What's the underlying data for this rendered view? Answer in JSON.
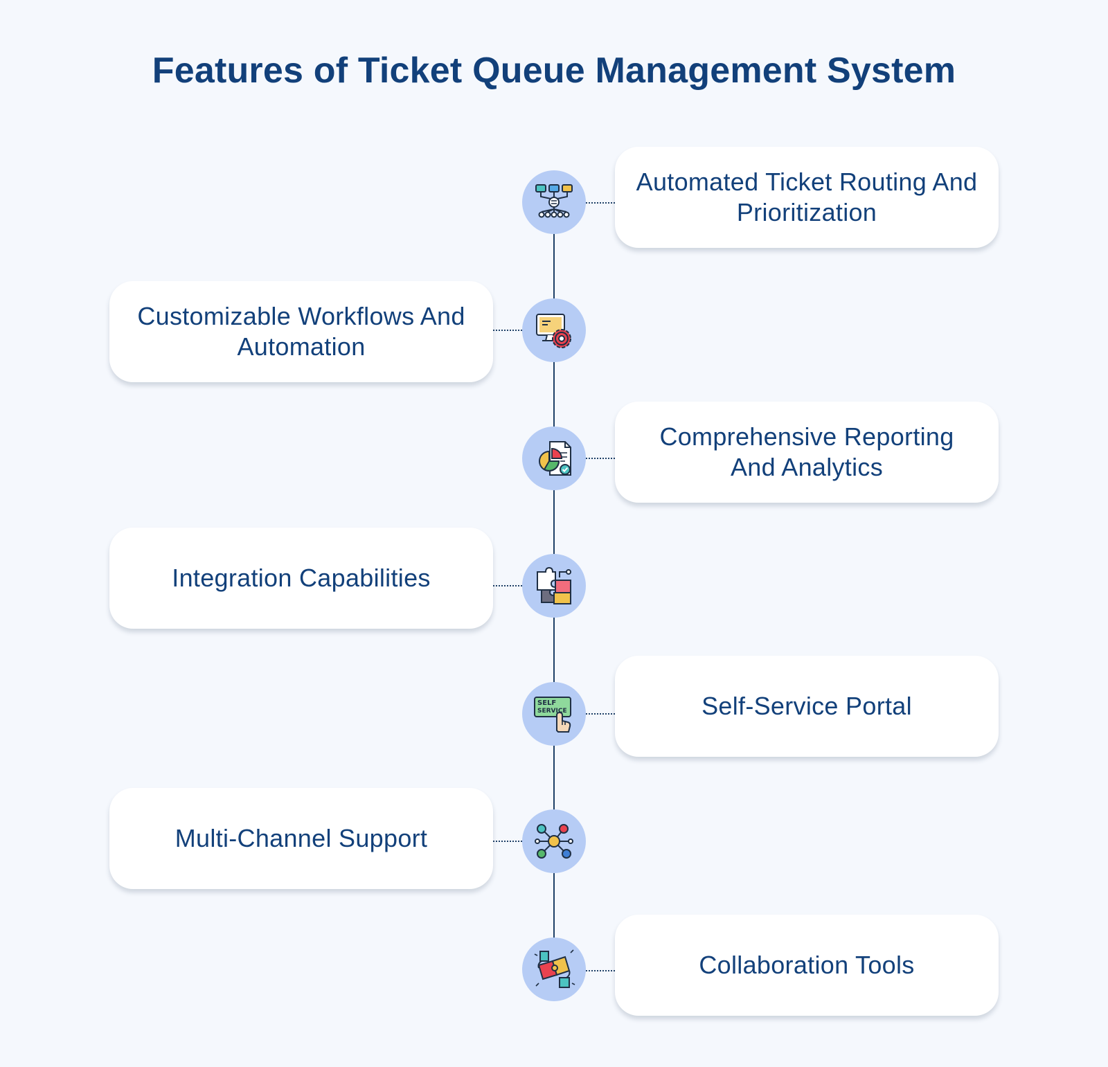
{
  "title": "Features of Ticket Queue Management System",
  "features": [
    {
      "label": "Automated Ticket Routing And Prioritization",
      "icon": "ticket-routing-icon"
    },
    {
      "label": "Customizable Workflows And Automation",
      "icon": "workflow-gear-icon"
    },
    {
      "label": "Comprehensive Reporting And Analytics",
      "icon": "report-chart-icon"
    },
    {
      "label": "Integration Capabilities",
      "icon": "puzzle-integration-icon"
    },
    {
      "label": "Self-Service Portal",
      "icon": "self-service-icon"
    },
    {
      "label": "Multi-Channel Support",
      "icon": "multi-channel-network-icon"
    },
    {
      "label": "Collaboration Tools",
      "icon": "collaboration-puzzle-hands-icon"
    }
  ],
  "icon_labels": {
    "self_service_line1": "SELF",
    "self_service_line2": "SERVICE"
  },
  "colors": {
    "background": "#f5f8fd",
    "title": "#12407a",
    "node": "#b6ccf5",
    "line": "#1d3f66",
    "card": "#ffffff"
  }
}
